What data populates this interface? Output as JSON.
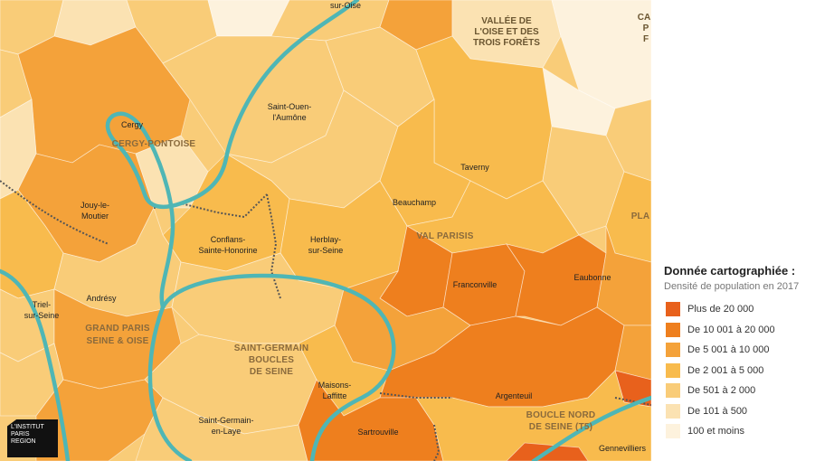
{
  "colors": {
    "c20000": "#e8611c",
    "c10000": "#ee7f1e",
    "c5000": "#f4a23a",
    "c2000": "#f8bb4d",
    "c501": "#f9cc78",
    "c101": "#fbe2b2",
    "c100": "#fdf2dd",
    "river": "#4fb6b5",
    "boundary": "#555555"
  },
  "places": {
    "sur_oise": "sur-Oise",
    "vallee_1": "VALLÉE DE",
    "vallee_2": "L'OISE ET DES",
    "vallee_3": "TROIS FORÊTS",
    "ca_1": "CA",
    "ca_2": "P",
    "ca_3": "F",
    "cergy": "Cergy",
    "cergy_pontoise": "CERGY-PONTOISE",
    "saint_ouen_1": "Saint-Ouen-",
    "saint_ouen_2": "l'Aumône",
    "taverny": "Taverny",
    "beauchamp": "Beauchamp",
    "pla": "PLA",
    "jouy_1": "Jouy-le-",
    "jouy_2": "Moutier",
    "conflans_1": "Conflans-",
    "conflans_2": "Sainte-Honorine",
    "herblay_1": "Herblay-",
    "herblay_2": "sur-Seine",
    "val_parisis": "VAL PARISIS",
    "franconville": "Franconville",
    "eaubonne": "Eaubonne",
    "andresy": "Andrésy",
    "triel_1": "Triel-",
    "triel_2": "sur-Seine",
    "gpso_1": "GRAND PARIS",
    "gpso_2": "SEINE & OISE",
    "sgbs_1": "SAINT-GERMAIN",
    "sgbs_2": "BOUCLES",
    "sgbs_3": "DE SEINE",
    "maisons_1": "Maisons-",
    "maisons_2": "Laffitte",
    "argenteuil": "Argenteuil",
    "bns_1": "BOUCLE NORD",
    "bns_2": "DE SEINE (T5)",
    "sgel_1": "Saint-Germain-",
    "sgel_2": "en-Laye",
    "sartrouville": "Sartrouville",
    "gennevilliers": "Gennevilliers"
  },
  "logo": {
    "line1": "L'INSTITUT",
    "line2": "PARIS",
    "line3": "REGION"
  },
  "legend": {
    "title": "Donnée cartographiée :",
    "subtitle": "Densité de population en 2017",
    "items": [
      {
        "label": "Plus de 20 000",
        "color": "#e8611c"
      },
      {
        "label": "De 10 001 à 20 000",
        "color": "#ee7f1e"
      },
      {
        "label": "De 5 001 à 10 000",
        "color": "#f4a23a"
      },
      {
        "label": "De 2 001 à 5 000",
        "color": "#f8bb4d"
      },
      {
        "label": "De 501 à 2 000",
        "color": "#f9cc78"
      },
      {
        "label": "De 101 à 500",
        "color": "#fbe2b2"
      },
      {
        "label": "100 et moins",
        "color": "#fdf2dd"
      }
    ]
  }
}
